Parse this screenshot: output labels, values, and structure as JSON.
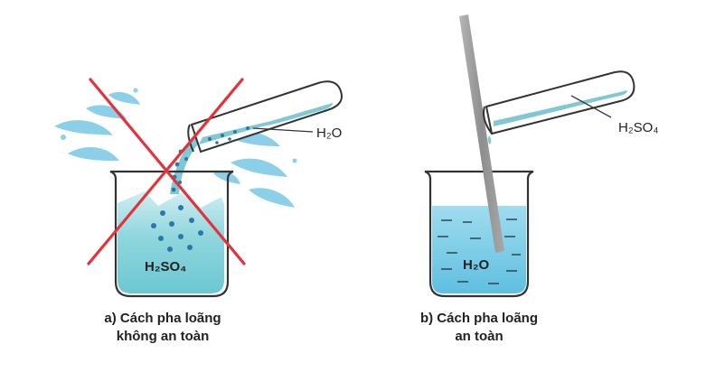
{
  "panel_a": {
    "label_tube": "H₂O",
    "label_beaker": "H₂SO₄",
    "caption_line1": "a) Cách pha loãng",
    "caption_line2": "không an toàn"
  },
  "panel_b": {
    "label_tube": "H₂SO₄",
    "label_beaker": "H₂O",
    "caption_line1": "b) Cách pha loãng",
    "caption_line2": "an toàn"
  },
  "colors": {
    "water": "#7fcfd9",
    "water_light": "#bfe8ef",
    "splash": "#8ccfe9",
    "cross": "#e2333b",
    "glass": "#333333",
    "rod": "#9a9a9a"
  }
}
